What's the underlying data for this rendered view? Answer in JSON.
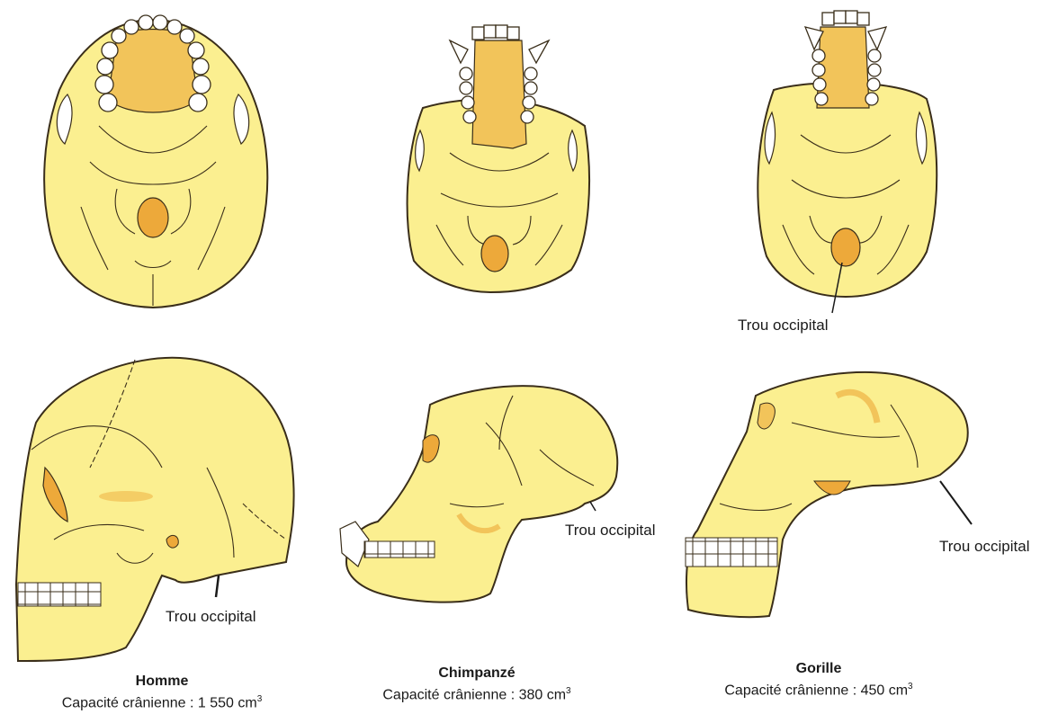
{
  "colors": {
    "bone": "#fbef90",
    "outline": "#3a2e1a",
    "highlight": "#f2c45a",
    "foramen": "#eda93a",
    "teeth": "#ffffff"
  },
  "labels": {
    "trou_occipital_gorilla_base": "Trou occipital",
    "trou_occipital_homme": "Trou occipital",
    "trou_occipital_chimp": "Trou occipital",
    "trou_occipital_gorilla_side": "Trou occipital"
  },
  "captions": {
    "homme": {
      "name": "Homme",
      "capacity": "Capacité crânienne : 1 550 cm",
      "exp": "3"
    },
    "chimp": {
      "name": "Chimpanzé",
      "capacity": "Capacité crânienne : 380 cm",
      "exp": "3"
    },
    "gorilla": {
      "name": "Gorille",
      "capacity": "Capacité crânienne : 450 cm",
      "exp": "3"
    }
  }
}
